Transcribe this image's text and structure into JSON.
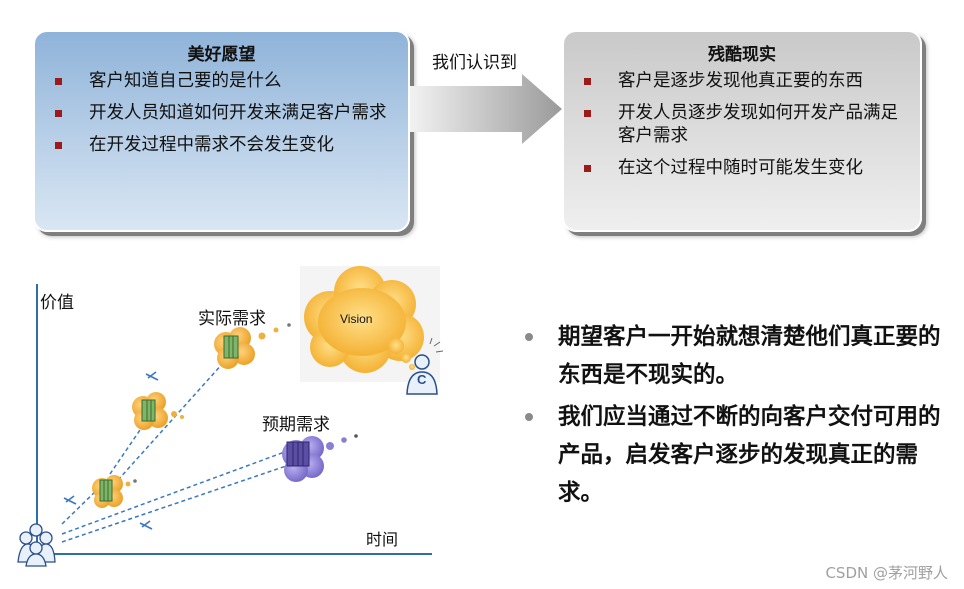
{
  "left_panel": {
    "title": "美好愿望",
    "items": [
      "客户知道自己要的是什么",
      "开发人员知道如何开发来满足客户需求",
      "在开发过程中需求不会发生变化"
    ]
  },
  "arrow_label": "我们认识到",
  "right_panel": {
    "title": "残酷现实",
    "items": [
      "客户是逐步发现他真正要的东西",
      "开发人员逐步发现如何开发产品满足客户需求",
      "在这个过程中随时可能发生变化"
    ]
  },
  "diagram": {
    "y_label": "价值",
    "x_label": "时间",
    "actual_label": "实际需求",
    "expected_label": "预期需求",
    "vision_label": "Vision",
    "customer_letter": "C"
  },
  "bullets": [
    "期望客户一开始就想清楚他们真正要的东西是不现实的。",
    "我们应当通过不断的向客户交付可用的产品，启发客户逐步的发现真正的需求。"
  ],
  "watermark": "CSDN @茅河野人",
  "colors": {
    "left_panel": "#b9d0e8",
    "right_panel": "#dedede",
    "bullet_square": "#9b1b1b",
    "axis": "#2f6fa8",
    "actual_cloud": "#f5b23a",
    "expected_cloud": "#8b7fd4"
  }
}
